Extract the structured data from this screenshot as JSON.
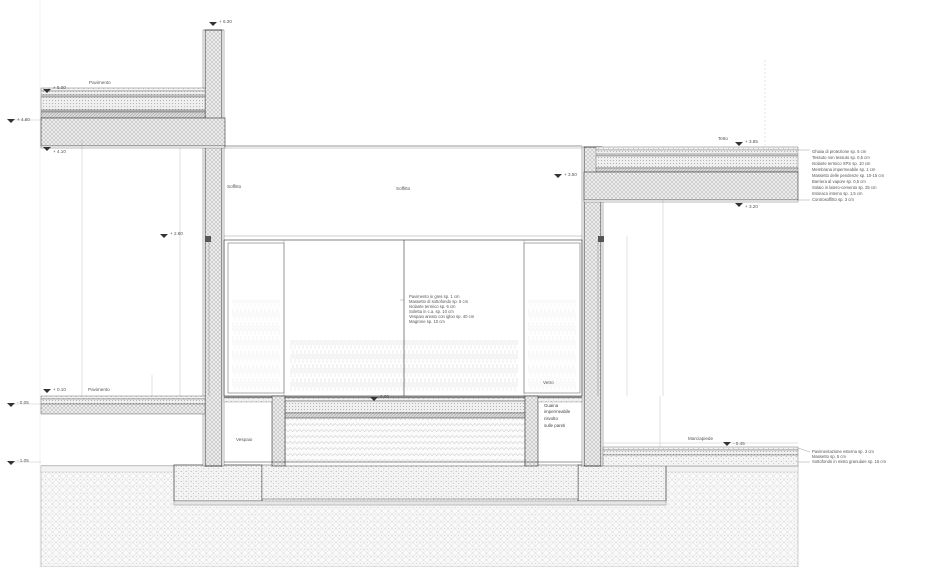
{
  "drawing": {
    "levels": {
      "top_wall": "+ 6.30",
      "left_roof_top": "+ 5.00",
      "left_ceiling": "+ 4.10",
      "left_roof_mid": "+ 4.80",
      "right_roof_top": "+ 3.85",
      "right_roof_mid": "+ 3.50",
      "right_ceiling": "+ 3.20",
      "lintel": "+ 2.80",
      "floor_left": "+ 0.10",
      "floor_inner": "0.00",
      "floor_marker": "0.00",
      "floor_outer": "- 0.05",
      "ground_right": "- 0.45",
      "foundation": "- 1.05"
    },
    "labels": {
      "left_roof": "Pavimento",
      "right_roof": "Tetto",
      "ceiling_room": "Soffitto",
      "ceiling_left": "Soffitto",
      "room_floor": "Pavimento",
      "glazing": "Vetro",
      "outer_paving": "Marciapiede",
      "waterproof_1": "Guaina",
      "waterproof_2": "impermeabile",
      "waterproof_3": "risvolto",
      "waterproof_4": "sulle pareti",
      "vespaio": "Vespaio"
    },
    "roof_notes": [
      "Ghiaia di protezione sp. 5 cm",
      "Tessuto non tessuto sp. 0,5 cm",
      "Isolante termico XPS sp. 10 cm",
      "Membrana impermeabile sp. 1 cm",
      "Massetto delle pendenze sp. 10-15 cm",
      "Barriera al vapore sp. 0,5 cm",
      "Solaio in latero-cemento sp. 25 cm",
      "Intonaco interno sp. 1,5 cm",
      "Controsoffitto sp. 3 cm"
    ],
    "floor_notes": [
      "Pavimento in gres sp. 1 cm",
      "Massetto di sottofondo sp. 5 cm",
      "Isolante termico sp. 6 cm",
      "Soletta in c.a. sp. 10 cm",
      "Vespaio areato con igloo sp. 40 cm",
      "Magrone sp. 10 cm"
    ],
    "ground_notes": [
      "Pavimentazione esterna sp. 3 cm",
      "Massetto sp. 5 cm",
      "Sottofondo in misto granulare sp. 15 cm"
    ]
  }
}
